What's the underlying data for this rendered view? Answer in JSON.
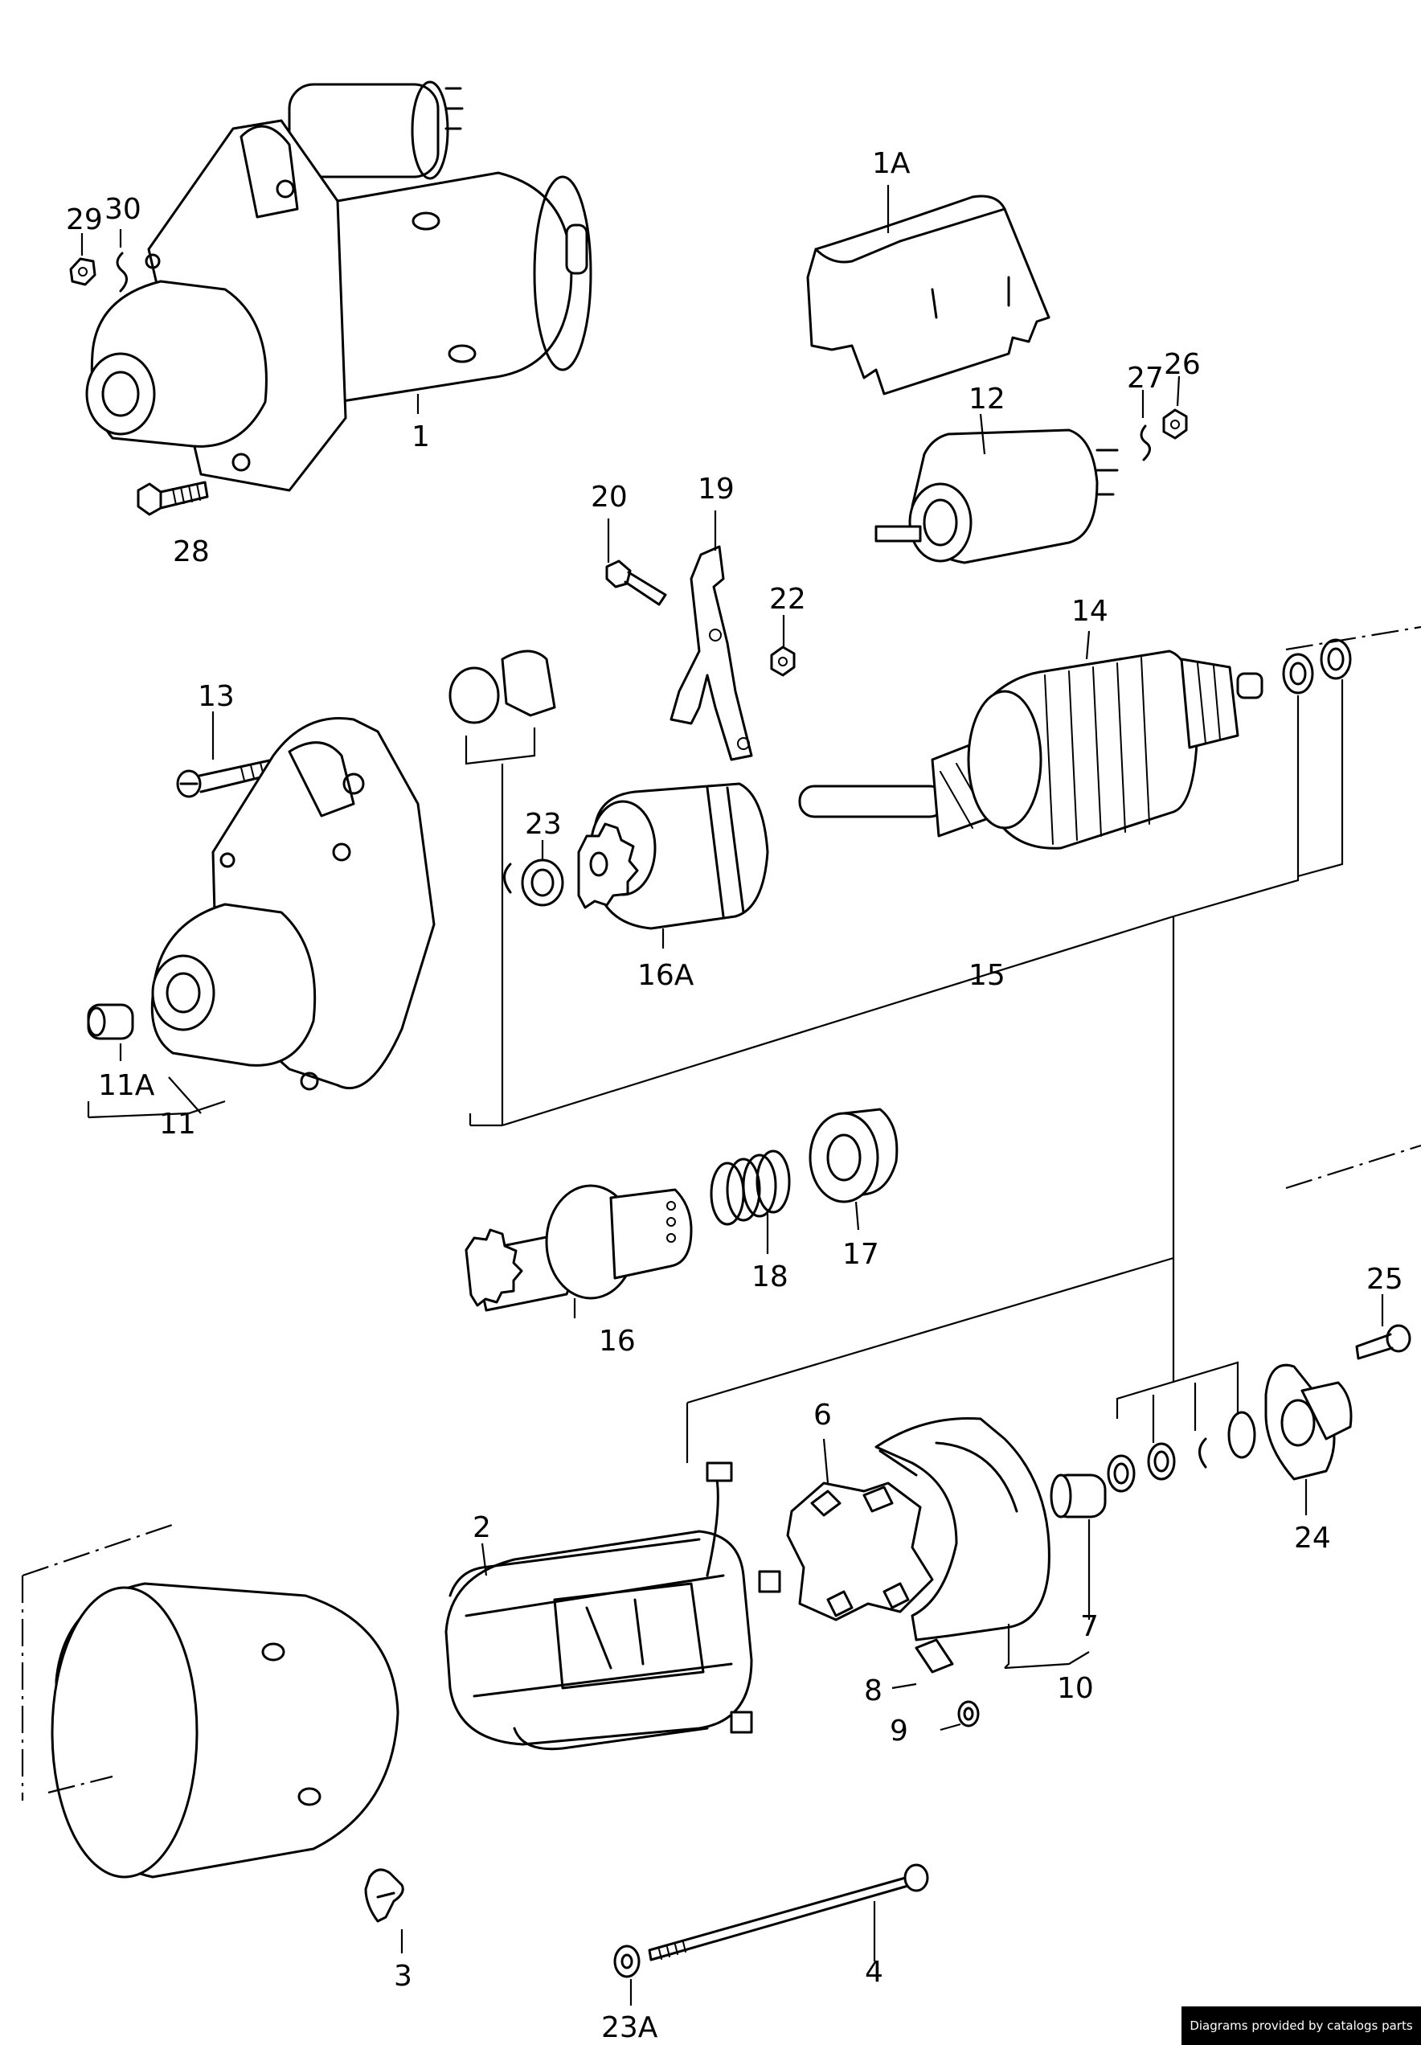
{
  "labels": {
    "l1": "1",
    "l1A": "1A",
    "l2": "2",
    "l3": "3",
    "l4": "4",
    "l6": "6",
    "l7": "7",
    "l8": "8",
    "l9": "9",
    "l10": "10",
    "l11": "11",
    "l11A": "11A",
    "l12": "12",
    "l13": "13",
    "l14": "14",
    "l15": "15",
    "l16": "16",
    "l16A": "16A",
    "l17": "17",
    "l18": "18",
    "l19": "19",
    "l20": "20",
    "l22": "22",
    "l23": "23",
    "l23A": "23A",
    "l24": "24",
    "l25": "25",
    "l26": "26",
    "l27": "27",
    "l28": "28",
    "l29": "29",
    "l30": "30"
  },
  "footer": {
    "text": "Diagrams provided by catalogs parts"
  }
}
